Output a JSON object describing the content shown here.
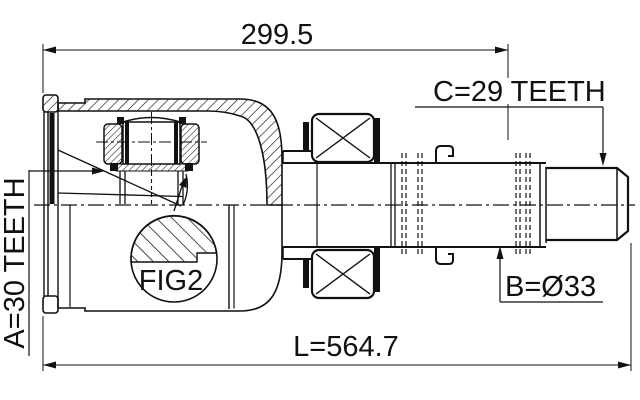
{
  "drawing": {
    "dim_width_top": "299.5",
    "dim_length_overall": "L=564.7",
    "label_spline_a": "A=30 TEETH",
    "label_spline_c": "C=29 TEETH",
    "label_diameter_b": "B=Ø33",
    "label_detail_callout": "FIG2",
    "colors": {
      "line": "#111111",
      "background": "#ffffff"
    }
  }
}
